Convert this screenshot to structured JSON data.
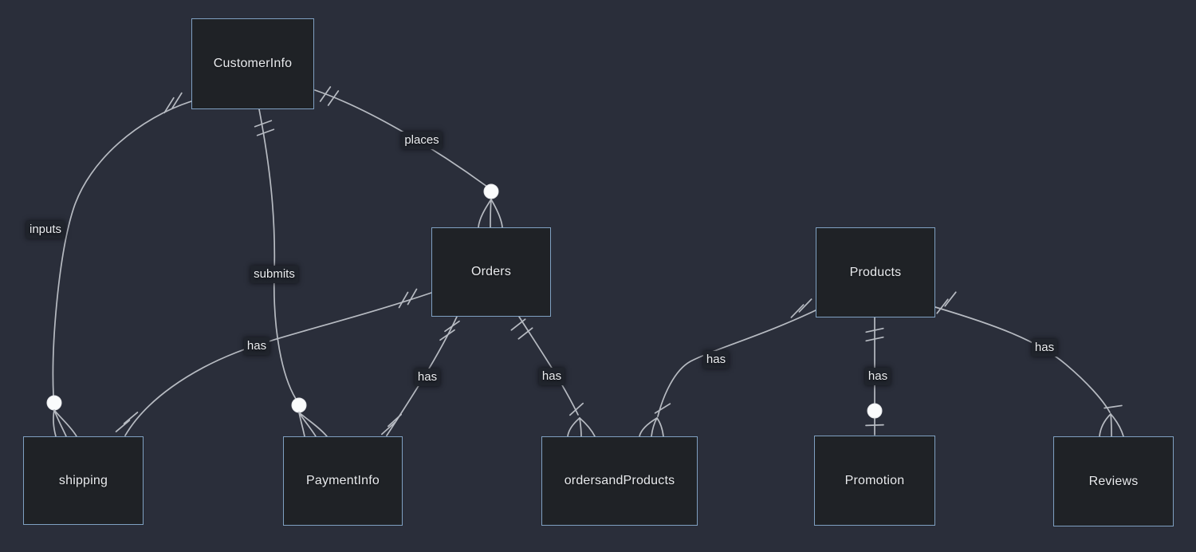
{
  "app": {
    "name": "entity-relationship-diagram"
  },
  "theme": {
    "background": "#2a2e3a",
    "entity_fill": "#1f2226",
    "entity_border": "#7fa0c1",
    "entity_text": "#e9ebee",
    "edge_color": "#b7bbc2",
    "label_bg": "#20242c",
    "label_text": "#eceef1",
    "circle_fill": "#fafbfc"
  },
  "entities": [
    {
      "id": "CustomerInfo",
      "label": "CustomerInfo"
    },
    {
      "id": "Orders",
      "label": "Orders"
    },
    {
      "id": "Products",
      "label": "Products"
    },
    {
      "id": "shipping",
      "label": "shipping"
    },
    {
      "id": "PaymentInfo",
      "label": "PaymentInfo"
    },
    {
      "id": "ordersandProducts",
      "label": "ordersandProducts"
    },
    {
      "id": "Promotion",
      "label": "Promotion"
    },
    {
      "id": "Reviews",
      "label": "Reviews"
    }
  ],
  "relationships": [
    {
      "from": "CustomerInfo",
      "to": "Orders",
      "label": "places",
      "from_cardinality": "exactly-one",
      "to_cardinality": "zero-or-many"
    },
    {
      "from": "CustomerInfo",
      "to": "shipping",
      "label": "inputs",
      "from_cardinality": "exactly-one",
      "to_cardinality": "zero-or-many"
    },
    {
      "from": "CustomerInfo",
      "to": "PaymentInfo",
      "label": "submits",
      "from_cardinality": "exactly-one",
      "to_cardinality": "zero-or-many"
    },
    {
      "from": "Orders",
      "to": "shipping",
      "label": "has",
      "from_cardinality": "exactly-one",
      "to_cardinality": "exactly-one"
    },
    {
      "from": "Orders",
      "to": "PaymentInfo",
      "label": "has",
      "from_cardinality": "exactly-one",
      "to_cardinality": "exactly-one"
    },
    {
      "from": "Orders",
      "to": "ordersandProducts",
      "label": "has",
      "from_cardinality": "exactly-one",
      "to_cardinality": "one-or-many"
    },
    {
      "from": "Products",
      "to": "ordersandProducts",
      "label": "has",
      "from_cardinality": "exactly-one",
      "to_cardinality": "one-or-many"
    },
    {
      "from": "Products",
      "to": "Promotion",
      "label": "has",
      "from_cardinality": "exactly-one",
      "to_cardinality": "zero-or-one"
    },
    {
      "from": "Products",
      "to": "Reviews",
      "label": "has",
      "from_cardinality": "exactly-one",
      "to_cardinality": "one-or-many"
    }
  ]
}
